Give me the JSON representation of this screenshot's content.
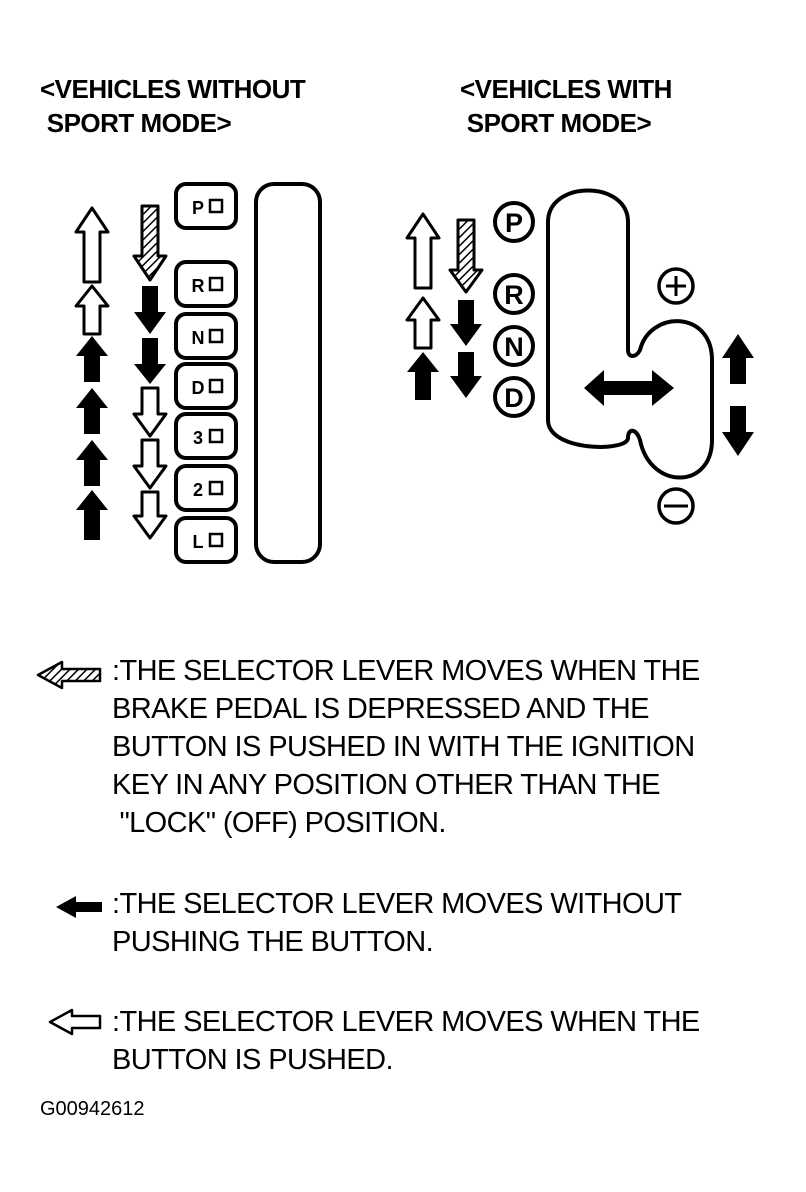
{
  "headings": {
    "left": "<VEHICLES WITHOUT\n SPORT MODE>",
    "right": "<VEHICLES WITH\n SPORT MODE>"
  },
  "left_gate": {
    "positions": [
      "P",
      "R",
      "N",
      "D",
      "3",
      "2",
      "L"
    ]
  },
  "right_gate": {
    "positions": [
      "P",
      "R",
      "N",
      "D"
    ],
    "plus": "+",
    "minus": "−"
  },
  "legend": [
    {
      "icon": "hatched-arrow-icon",
      "text": ":THE SELECTOR LEVER MOVES WHEN THE\nBRAKE PEDAL IS DEPRESSED AND THE\nBUTTON IS PUSHED IN WITH THE IGNITION\nKEY IN ANY POSITION OTHER THAN THE\n \"LOCK\" (OFF) POSITION."
    },
    {
      "icon": "solid-arrow-icon",
      "text": ":THE SELECTOR LEVER MOVES WITHOUT\nPUSHING THE BUTTON."
    },
    {
      "icon": "outline-arrow-icon",
      "text": ":THE SELECTOR LEVER MOVES WHEN THE\nBUTTON IS PUSHED."
    }
  ],
  "figure_id": "G00942612"
}
